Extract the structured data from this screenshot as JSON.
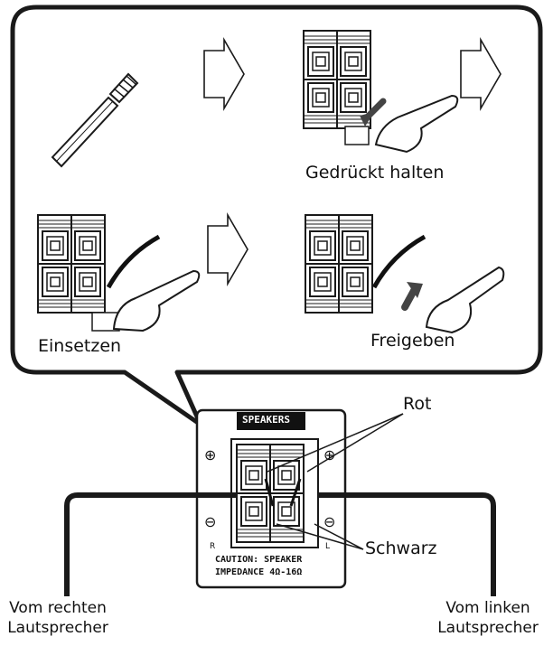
{
  "steps": {
    "press_hold": "Gedrückt halten",
    "insert": "Einsetzen",
    "release": "Freigeben"
  },
  "panel": {
    "header": "SPEAKERS",
    "caution_line1": "CAUTION: SPEAKER",
    "caution_line2": "IMPEDANCE 4Ω-16Ω",
    "plus": "⊕",
    "minus": "⊖",
    "right_mark": "R",
    "left_mark": "L"
  },
  "wires": {
    "red": "Rot",
    "black": "Schwarz"
  },
  "sources": {
    "right_line1": "Vom rechten",
    "right_line2": "Lautsprecher",
    "left_line1": "Vom linken",
    "left_line2": "Lautsprecher"
  },
  "colors": {
    "line": "#1a1a1a",
    "terminal_fill": "#ffffff",
    "black_wire": "#111111",
    "pointer_arrow": "#444444"
  }
}
